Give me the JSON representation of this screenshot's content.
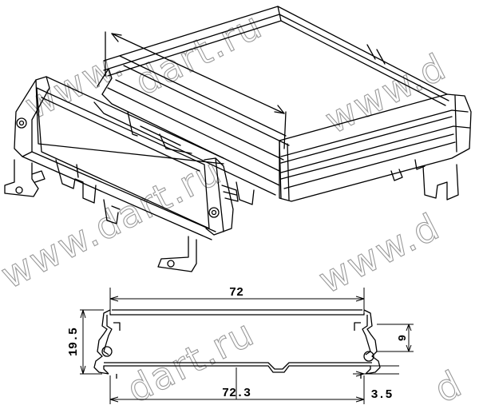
{
  "watermark": {
    "text_full": "www.dart.ru",
    "text_domain": "dart.ru",
    "text_www": "www.",
    "text_www_d": "www.d",
    "text_d": "d"
  },
  "dimensions": {
    "width_top": "72",
    "width_bottom": "72.3",
    "height_left": "19.5",
    "height_right": "9",
    "offset_bottom": "3.5"
  },
  "colors": {
    "line": "#000000",
    "watermark": "#9a9a9a",
    "background": "#ffffff"
  }
}
